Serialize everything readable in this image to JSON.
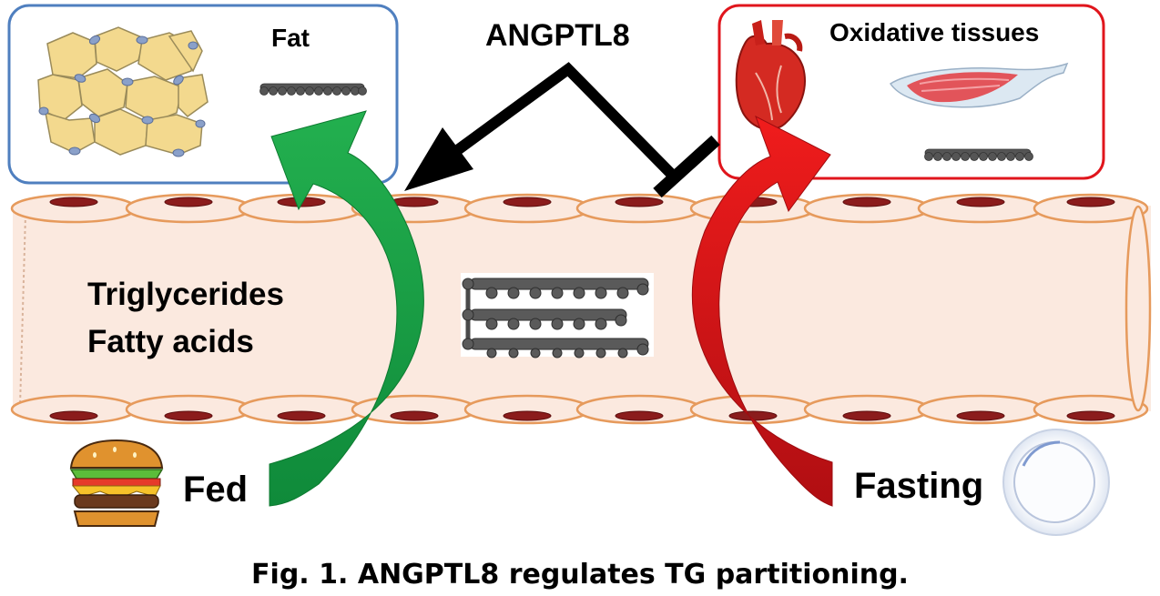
{
  "labels": {
    "fat": "Fat",
    "oxidative": "Oxidative tissues",
    "regulator": "ANGPTL8",
    "triglycerides": "Triglycerides",
    "fatty_acids": "Fatty acids",
    "fed": "Fed",
    "fasting": "Fasting"
  },
  "caption": "Fig. 1.  ANGPTL8 regulates TG partitioning.",
  "colors": {
    "fat_box_border": "#4f7fbf",
    "oxidative_box_border": "#e0151c",
    "vessel_fill": "#fbe9df",
    "vessel_border": "#e69a5c",
    "nucleus": "#8b1c1c",
    "fed_arrow": "#1a9a44",
    "fasting_arrow": "#d41418",
    "adipocyte": "#f3d98e"
  },
  "icons": [
    "adipocytes-icon",
    "heart-icon",
    "muscle-icon",
    "burger-icon",
    "plate-icon",
    "lipid-molecule-icon"
  ]
}
